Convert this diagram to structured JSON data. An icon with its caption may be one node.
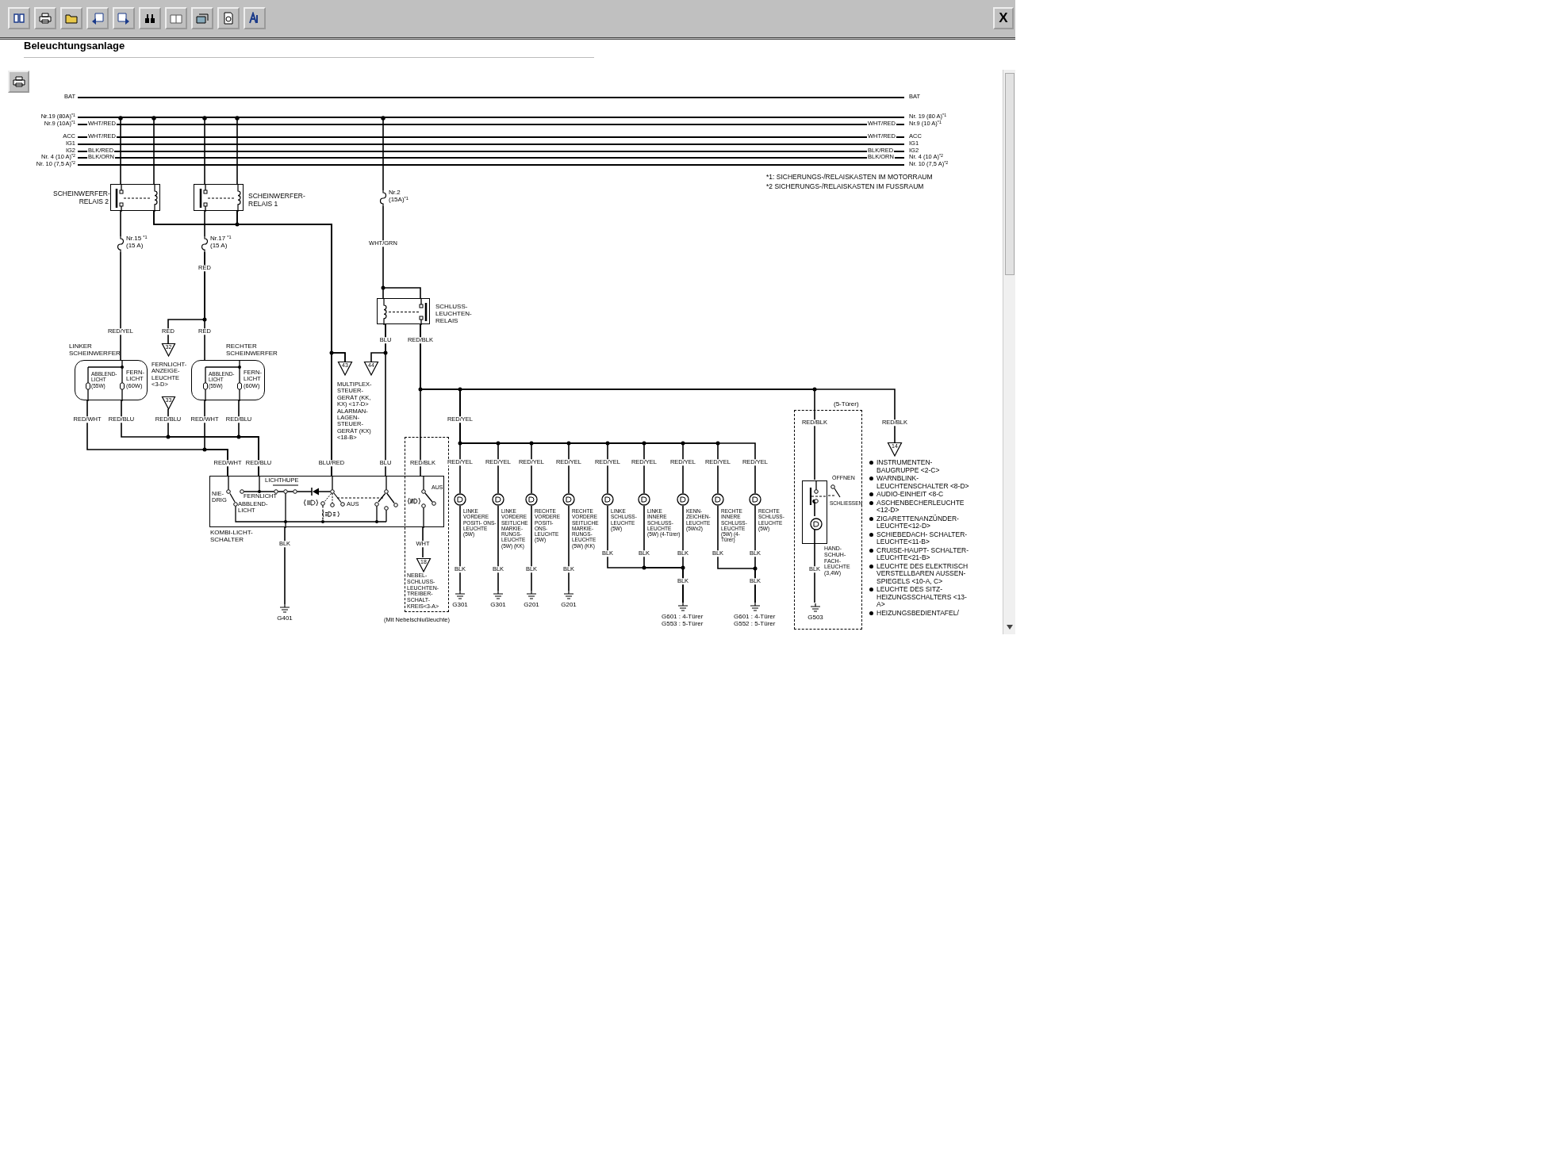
{
  "diagram": {
    "title": "Beleuchtungsanlage",
    "nodes": [
      {
        "text": [
          "BAT",
          "BAT"
        ]
      },
      {
        "text": [
          "Nr.19 (80A)$^{*1}$",
          "Nr. 19 (80 A)$^{*1}$"
        ]
      },
      {
        "text": [
          "Nr.9 (10A)$^{*1}$",
          "WHT/RED",
          "WHT/RED",
          "Nr.9 (10 A)$^{*1}$"
        ]
      },
      {
        "text": [
          "ACC",
          "WHT/RED",
          "WHT/RED",
          "ACC"
        ]
      },
      {
        "text": [
          "IG1",
          "IG1"
        ]
      },
      {
        "text": [
          "IG2",
          "BLK/RED",
          "BLK/RED",
          "IG2"
        ]
      },
      {
        "text": [
          "Nr. 4 (10 A)$^{*2}$",
          "BLK/ORN",
          "BLK/ORN",
          "Nr. 4 (10 A)$^{*2}$"
        ]
      },
      {
        "text": [
          "Nr. 10 (7,5 A)$^{*2}$",
          "Nr. 10 (7,5 A)$^{*2}$"
        ]
      },
      {
        "text": [
          "SCHEINWERFER- RELAIS 2"
        ]
      },
      {
        "text": [
          "SCHEINWERFER- RELAIS 1"
        ]
      },
      {
        "text": [
          "Nr.15 $^{*1}$ (15 A)"
        ]
      },
      {
        "text": [
          "Nr.17 $^{*1}$ (15 A)"
        ]
      },
      {
        "text": [
          "Nr.2 (15A)$^{*1}$"
        ]
      },
      {
        "text": [
          "SCHLUSS- LEUCHTEN- RELAIS"
        ]
      },
      {
        "text": [
          "LINKER SCHEINWERFER",
          "ABBLEND- LICHT (55W)",
          "FERN- LICHT (60W)"
        ]
      },
      {
        "text": [
          "RECHTER SCHEINWERFER",
          "ABBLEND- LICHT (55W)",
          "FERN- LICHT (60W)"
        ]
      },
      {
        "text": [
          "32"
        ]
      },
      {
        "text": [
          "33"
        ]
      },
      {
        "text": [
          "43"
        ]
      },
      {
        "text": [
          "44"
        ]
      },
      {
        "text": [
          "LICHTHUPE",
          "NIE- DRIG",
          "FERNLICHT",
          "ABBLEND- LICHT",
          "AUS",
          "KOMBI-LICHT- SCHALTER"
        ]
      },
      {
        "text": [
          "AUS",
          "NEBEL- SCHLUSS- LEUCHTEN- TREIBER- SCHALT- KREIS<3-A>"
        ],
        "beside": [
          "(Mit Nebelschlußleuchte)"
        ]
      },
      {
        "text": [
          "18"
        ],
        "in": 21
      },
      {
        "text": [
          "LINKE VORDERE POSITI- ONS- LEUCHTE (5W)"
        ]
      },
      {
        "text": [
          "LINKE VORDERE SEITLICHE MARKIE- RUNGS- LEUCHTE (5W) (KK)"
        ]
      },
      {
        "text": [
          "RECHTE VORDERE POSITI- ONS- LEUCHTE (5W)"
        ]
      },
      {
        "text": [
          "RECHTE VORDERE SEITLICHE MARKIE- RUNGS- LEUCHTE (5W) (KK)"
        ]
      },
      {
        "text": [
          "LINKE SCHLUSS- LEUCHTE (5W)"
        ]
      },
      {
        "text": [
          "LINKE INNERE SCHLUSS- LEUCHTE (5W) (4-Türer)"
        ]
      },
      {
        "text": [
          "KENN- ZEICHEN- LEUCHTE (5Wx2)"
        ]
      },
      {
        "text": [
          "RECHTE INNERE SCHLUSS- LEUCHTE (5W) (4-Türer)"
        ]
      },
      {
        "text": [
          "RECHTE SCHLUSS- LEUCHTE (5W)"
        ]
      },
      {
        "text": [
          "G401"
        ]
      },
      {
        "text": [
          "G301"
        ]
      },
      {
        "text": [
          "G301"
        ]
      },
      {
        "text": [
          "G201"
        ]
      },
      {
        "text": [
          "G201"
        ]
      },
      {
        "text": [
          "G601 : 4-Türer G553 : 5-Türer"
        ]
      },
      {
        "text": [
          "G601 : 4-Türer G552 : 5-Türer"
        ]
      },
      {
        "text": [
          "(5-Türer)"
        ]
      },
      {
        "text": [
          "ÖFFNEN",
          "SCHLIESSEN"
        ],
        "in": 39
      },
      {
        "text": [
          "HAND- SCHUH- FACH- LEUCHTE (3,4W)"
        ],
        "in": 40
      },
      {
        "text": [
          "G503"
        ],
        "in": 39
      },
      {
        "text": [
          "14"
        ]
      }
    ],
    "edges": [
      {
        "from": 1,
        "to": 8,
        "arrow": "other"
      },
      {
        "from": 1,
        "to": 8,
        "arrow": "other"
      },
      {
        "from": 1,
        "to": 9,
        "arrow": "other"
      },
      {
        "from": 1,
        "to": 9,
        "arrow": "other"
      },
      {
        "from": 1,
        "to": 12,
        "arrow": "other"
      },
      {
        "from": 8,
        "to": 10,
        "arrow": "none"
      },
      {
        "from": 9,
        "to": 11,
        "arrow": "none"
      },
      {
        "from": 10,
        "to": 14,
        "arrow": "none",
        "label": "RED/YEL"
      },
      {
        "from": 11,
        "to": 15,
        "arrow": "none",
        "label": "RED"
      },
      {
        "from": 11,
        "to": 16,
        "arrow": "none",
        "label": "RED"
      },
      {
        "from": 8,
        "to": 18,
        "arrow": "none"
      },
      {
        "from": 9,
        "to": 18,
        "arrow": "none"
      },
      {
        "from": 8,
        "to": 20,
        "arrow": "none",
        "label": "BLU/RED"
      },
      {
        "from": 9,
        "to": 20,
        "arrow": "none"
      },
      {
        "from": 12,
        "to": 13,
        "arrow": "none",
        "label": "WHT/GRN"
      },
      {
        "from": 13,
        "to": 19,
        "arrow": "none"
      },
      {
        "from": 13,
        "to": 20,
        "arrow": "none",
        "label": "BLU"
      },
      {
        "from": 13,
        "to": 20,
        "arrow": "none",
        "label": "RED/BLK"
      },
      {
        "from": 13,
        "to": 23,
        "arrow": "none",
        "label": "RED/YEL"
      },
      {
        "from": 13,
        "to": 24,
        "arrow": "none",
        "label": "RED/YEL"
      },
      {
        "from": 13,
        "to": 25,
        "arrow": "none",
        "label": "RED/YEL"
      },
      {
        "from": 13,
        "to": 26,
        "arrow": "none",
        "label": "RED/YEL"
      },
      {
        "from": 13,
        "to": 27,
        "arrow": "none",
        "label": "RED/YEL"
      },
      {
        "from": 13,
        "to": 28,
        "arrow": "none",
        "label": "RED/YEL"
      },
      {
        "from": 13,
        "to": 29,
        "arrow": "none",
        "label": "RED/YEL"
      },
      {
        "from": 13,
        "to": 30,
        "arrow": "none",
        "label": "RED/YEL"
      },
      {
        "from": 13,
        "to": 31,
        "arrow": "none",
        "label": "RED/YEL"
      },
      {
        "from": 13,
        "to": 40,
        "arrow": "none",
        "label": "RED/BLK"
      },
      {
        "from": 13,
        "to": 43,
        "arrow": "none",
        "label": "RED/BLK"
      },
      {
        "from": 14,
        "to": 20,
        "arrow": "none",
        "label": "RED/WHT"
      },
      {
        "from": 14,
        "to": 20,
        "arrow": "none",
        "label": "RED/BLU"
      },
      {
        "from": 17,
        "to": 20,
        "arrow": "none",
        "label": "RED/BLU"
      },
      {
        "from": 15,
        "to": 20,
        "arrow": "none",
        "label": "RED/WHT"
      },
      {
        "from": 15,
        "to": 20,
        "arrow": "none",
        "label": "RED/BLU"
      },
      {
        "from": 20,
        "to": 32,
        "arrow": "none",
        "label": "BLK"
      },
      {
        "from": 20,
        "to": 22,
        "arrow": "none",
        "label": "WHT"
      },
      {
        "from": 23,
        "to": 33,
        "arrow": "none",
        "label": "BLK"
      },
      {
        "from": 24,
        "to": 34,
        "arrow": "none",
        "label": "BLK"
      },
      {
        "from": 25,
        "to": 35,
        "arrow": "none",
        "label": "BLK"
      },
      {
        "from": 26,
        "to": 36,
        "arrow": "none",
        "label": "BLK"
      },
      {
        "from": 27,
        "to": 37,
        "arrow": "none",
        "label": "BLK"
      },
      {
        "from": 28,
        "to": 37,
        "arrow": "none",
        "label": "BLK"
      },
      {
        "from": 29,
        "to": 37,
        "arrow": "none",
        "label": "BLK"
      },
      {
        "from": 30,
        "to": 38,
        "arrow": "none",
        "label": "BLK"
      },
      {
        "from": 31,
        "to": 38,
        "arrow": "none",
        "label": "BLK"
      },
      {
        "from": 41,
        "to": 42,
        "arrow": "none",
        "label": "BLK"
      },
      {
        "from": 40,
        "to": 41,
        "arrow": "other"
      }
    ],
    "labels": [
      "X",
      "*1: SICHERUNGS-/RELAISKASTEN IM MOTORRAUM",
      "*2 SICHERUNGS-/RELAISKASTEN IM FUSSRAUM",
      "RED",
      "FERNLICHT- ANZEIGE- LEUCHTE <3-D>",
      "MULTIPLEX- STEUER- GERÄT (KK, KX) <17-D> ALARMAN- LAGEN- STEUER- GERÄT (KX) <18-B>",
      "RED/WHT",
      "RED/BLU",
      "BLU",
      "RED/BLK",
      "RED/YEL",
      "BLK",
      "BLK",
      "INSTRUMENTEN- BAUGRUPPE <2-C>",
      "WARNBLINK- LEUCHTENSCHALTER <8-D>",
      "AUDIO-EINHEIT <8-C",
      "ASCHENBECHERLEUCHTE <12-D>",
      "ZIGARETTENANZÜNDER- LEUCHTE<12-D>",
      "SCHIEBEDACH- SCHALTER- LEUCHTE<11-B>",
      "CRUISE-HAUPT- SCHALTER- LEUCHTE<21-B>",
      "LEUCHTE DES ELEKTRISCH VERSTELLBAREN AUSSEN- SPIEGELS <10-A, C>",
      "LEUCHTE DES SITZ- HEIZUNGSSCHALTERS <13-A>",
      "HEIZUNGSBEDIENTAFEL/"
    ]
  }
}
